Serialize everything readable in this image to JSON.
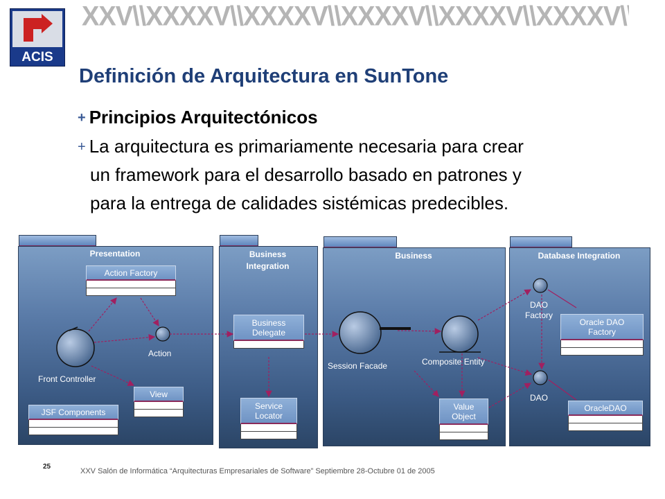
{
  "logo": {
    "text": "ACIS",
    "icon": "acis-arrow-logo"
  },
  "banner": {
    "text": "XXV\\\\XXXXV\\\\XXXXV\\\\XXXXV\\\\XXXXV\\\\XXXXV\\\\XXXXV\\\\XXV"
  },
  "title": "Definición de Arquitectura en SunTone",
  "bullets": [
    {
      "marker": "+",
      "text": "Principios Arquitectónicos"
    },
    {
      "marker": "+",
      "lines": [
        "La arquitectura es primariamente necesaria para crear",
        "un framework para el desarrollo basado en patrones y",
        "para la entrega de calidades sistémicas predecibles."
      ]
    }
  ],
  "diagram": {
    "tiers": [
      {
        "name": "Presentation"
      },
      {
        "name": "Business\nIntegration"
      },
      {
        "name": "Business"
      },
      {
        "name": "Database Integration"
      }
    ],
    "components": {
      "action_factory": "Action Factory",
      "front_controller": "Front Controller",
      "action": "Action",
      "view": "View",
      "jsf_components": "JSF Components",
      "business_delegate": "Business\nDelegate",
      "service_locator": "Service\nLocator",
      "session_facade": "Session Facade",
      "composite_entity": "Composite Entity",
      "value_object": "Value\nObject",
      "dao_factory": "DAO\nFactory",
      "oracle_dao_factory": "Oracle DAO\nFactory",
      "dao": "DAO",
      "oracle_dao": "OracleDAO"
    },
    "colors": {
      "panel": "#4f6f99",
      "arrow": "#a02060"
    }
  },
  "footer": {
    "page_number": "25",
    "text": "XXV  Salón de Informática “Arquitecturas Empresariales de Software” Septiembre 28-Octubre 01 de 2005"
  }
}
